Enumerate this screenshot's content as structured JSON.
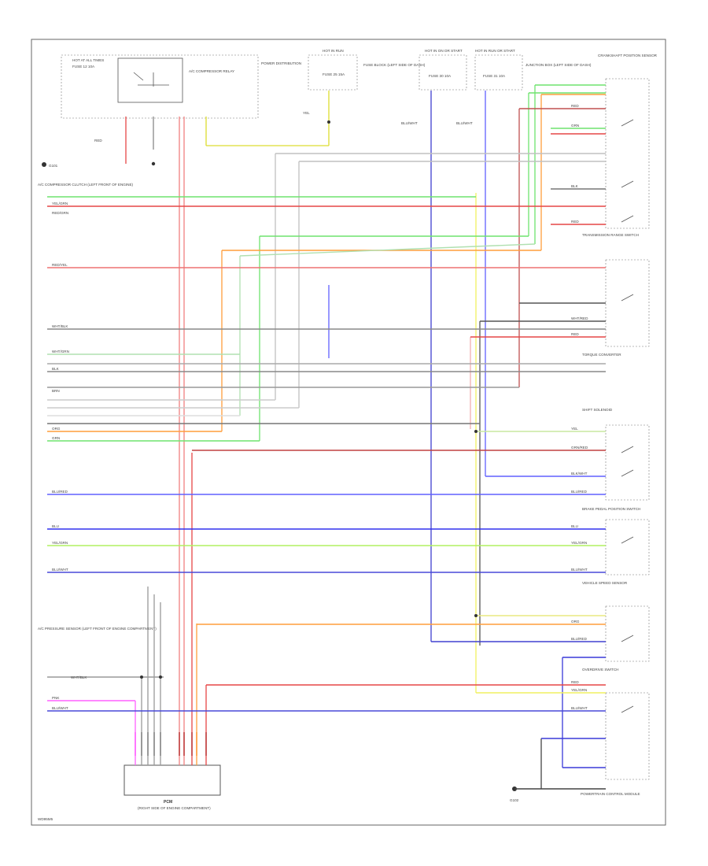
{
  "footer": {
    "code": "WD95M5"
  },
  "top_labels": {
    "hot_at_all_times": "HOT AT ALL TIMES",
    "hot_in_run": "HOT IN RUN",
    "hot_in_start": "HOT IN ON OR START",
    "hot_in_run_start": "HOT IN RUN OR START",
    "fuse_12": "FUSE 12 10A",
    "fuse_25": "FUSE 25 15A",
    "fuse_30": "FUSE 30 10A",
    "fuse_31": "FUSE 31 10A",
    "power_dist": "POWER DISTRIBUTION",
    "ac_comp_relay": "A/C COMPRESSOR RELAY",
    "junction_box": "JUNCTION BOX (LEFT SIDE OF DASH)",
    "fuse_block": "FUSE BLOCK (LEFT SIDE OF DASH)"
  },
  "left_labels": {
    "ac_comp_clutch": "A/C COMPRESSOR CLUTCH (LEFT FRONT OF ENGINE)",
    "ac_pressure": "A/C PRESSURE SENSOR (LEFT FRONT OF ENGINE COMPARTMENT)",
    "ground": "G101"
  },
  "right_labels": {
    "crank_sensor": "CRANKSHAFT POSITION SENSOR",
    "trans_range": "TRANSMISSION RANGE SWITCH",
    "tcc": "TORQUE CONVERTER",
    "shift_sol": "SHIFT SOLENOID",
    "brake_switch": "BRAKE PEDAL POSITION SWITCH",
    "vss": "VEHICLE SPEED SENSOR",
    "overdrive": "OVERDRIVE SWITCH",
    "pcm": "POWERTRAIN CONTROL MODULE",
    "ground_right": "G102"
  },
  "pcm": {
    "name": "PCM",
    "location": "(RIGHT SIDE OF ENGINE COMPARTMENT)"
  },
  "wire_colors": {
    "red": "RED",
    "blu": "BLU",
    "yel_grn": "YEL/GRN",
    "blk_wht": "BLK/WHT",
    "grn_red": "GRN/RED",
    "org": "ORG",
    "grn": "GRN",
    "wht_red": "WHT/RED",
    "wht_blk": "WHT/BLK",
    "red_yel": "RED/YEL",
    "blu_red": "BLU/RED",
    "yel": "YEL",
    "blk": "BLK",
    "brn": "BRN",
    "blu_wht": "BLU/WHT",
    "red_grn": "RED/GRN",
    "wht_grn": "WHT/GRN",
    "pnk": "PNK"
  }
}
